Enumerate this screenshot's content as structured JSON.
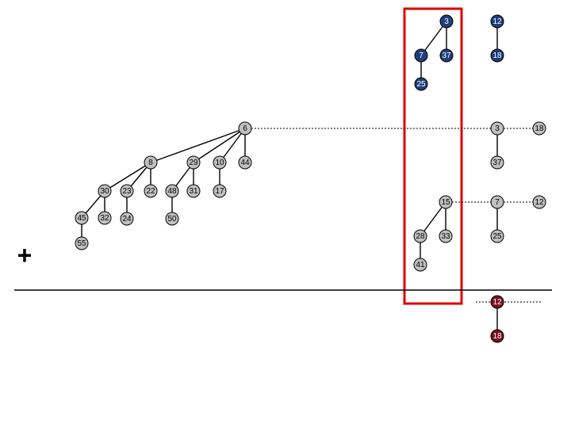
{
  "colors": {
    "blue_fill": "#1f3f7a",
    "gray_fill": "#c0c0c0",
    "red_fill": "#7a1020",
    "highlight_box": "#e00000",
    "edge": "#000000"
  },
  "symbols": {
    "plus": "+"
  },
  "nodes": [
    {
      "id": "b3",
      "label": "3",
      "group": "blue"
    },
    {
      "id": "b12",
      "label": "12",
      "group": "blue"
    },
    {
      "id": "b7",
      "label": "7",
      "group": "blue"
    },
    {
      "id": "b37",
      "label": "37",
      "group": "blue"
    },
    {
      "id": "b18",
      "label": "18",
      "group": "blue"
    },
    {
      "id": "b25",
      "label": "25",
      "group": "blue"
    },
    {
      "id": "g6",
      "label": "6",
      "group": "gray"
    },
    {
      "id": "g8",
      "label": "8",
      "group": "gray"
    },
    {
      "id": "g29",
      "label": "29",
      "group": "gray"
    },
    {
      "id": "g10",
      "label": "10",
      "group": "gray"
    },
    {
      "id": "g44",
      "label": "44",
      "group": "gray"
    },
    {
      "id": "g30",
      "label": "30",
      "group": "gray"
    },
    {
      "id": "g23",
      "label": "23",
      "group": "gray"
    },
    {
      "id": "g22",
      "label": "22",
      "group": "gray"
    },
    {
      "id": "g48",
      "label": "48",
      "group": "gray"
    },
    {
      "id": "g31",
      "label": "31",
      "group": "gray"
    },
    {
      "id": "g17",
      "label": "17",
      "group": "gray"
    },
    {
      "id": "g45",
      "label": "45",
      "group": "gray"
    },
    {
      "id": "g32",
      "label": "32",
      "group": "gray"
    },
    {
      "id": "g24",
      "label": "24",
      "group": "gray"
    },
    {
      "id": "g50",
      "label": "50",
      "group": "gray"
    },
    {
      "id": "g55",
      "label": "55",
      "group": "gray"
    },
    {
      "id": "r3",
      "label": "3",
      "group": "gray"
    },
    {
      "id": "r18",
      "label": "18",
      "group": "gray"
    },
    {
      "id": "r37",
      "label": "37",
      "group": "gray"
    },
    {
      "id": "r15",
      "label": "15",
      "group": "gray"
    },
    {
      "id": "r7",
      "label": "7",
      "group": "gray"
    },
    {
      "id": "r12",
      "label": "12",
      "group": "gray"
    },
    {
      "id": "r28",
      "label": "28",
      "group": "gray"
    },
    {
      "id": "r33",
      "label": "33",
      "group": "gray"
    },
    {
      "id": "r25",
      "label": "25",
      "group": "gray"
    },
    {
      "id": "r41",
      "label": "41",
      "group": "gray"
    },
    {
      "id": "m12",
      "label": "12",
      "group": "red"
    },
    {
      "id": "m18",
      "label": "18",
      "group": "red"
    }
  ],
  "edges": [
    {
      "from": "b3",
      "to": "b7"
    },
    {
      "from": "b3",
      "to": "b37"
    },
    {
      "from": "b12",
      "to": "b18"
    },
    {
      "from": "b7",
      "to": "b25"
    },
    {
      "from": "g6",
      "to": "g8"
    },
    {
      "from": "g6",
      "to": "g29"
    },
    {
      "from": "g6",
      "to": "g10"
    },
    {
      "from": "g6",
      "to": "g44"
    },
    {
      "from": "g8",
      "to": "g30"
    },
    {
      "from": "g8",
      "to": "g23"
    },
    {
      "from": "g8",
      "to": "g22"
    },
    {
      "from": "g29",
      "to": "g48"
    },
    {
      "from": "g29",
      "to": "g31"
    },
    {
      "from": "g10",
      "to": "g17"
    },
    {
      "from": "g30",
      "to": "g45"
    },
    {
      "from": "g30",
      "to": "g32"
    },
    {
      "from": "g23",
      "to": "g24"
    },
    {
      "from": "g48",
      "to": "g50"
    },
    {
      "from": "g45",
      "to": "g55"
    },
    {
      "from": "r3",
      "to": "r37"
    },
    {
      "from": "r15",
      "to": "r28"
    },
    {
      "from": "r15",
      "to": "r33"
    },
    {
      "from": "r7",
      "to": "r25"
    },
    {
      "from": "r28",
      "to": "r41"
    },
    {
      "from": "m12",
      "to": "m18"
    },
    {
      "from": "g6",
      "to": "r3",
      "style": "dashed"
    },
    {
      "from": "r3",
      "to": "r18",
      "style": "dashed"
    },
    {
      "from": "r15",
      "to": "r7",
      "style": "dashed"
    },
    {
      "from": "r7",
      "to": "r12",
      "style": "dashed"
    }
  ]
}
